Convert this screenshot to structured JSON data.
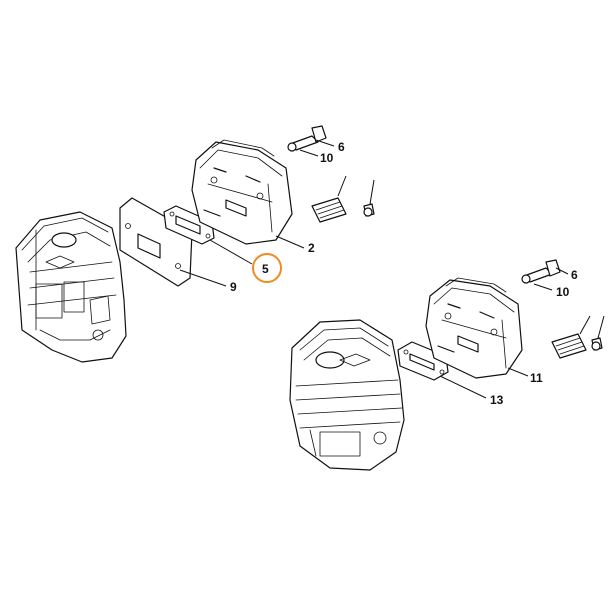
{
  "colors": {
    "highlight": "#f08a24",
    "highlight_fill": "#fde9d2",
    "line": "#111111"
  },
  "callouts": {
    "c6a": "6",
    "c10a": "10",
    "c2": "2",
    "c5": "5",
    "c9": "9",
    "c6b": "6",
    "c10b": "10",
    "c11": "11",
    "c13": "13"
  },
  "highlighted_part": "5"
}
